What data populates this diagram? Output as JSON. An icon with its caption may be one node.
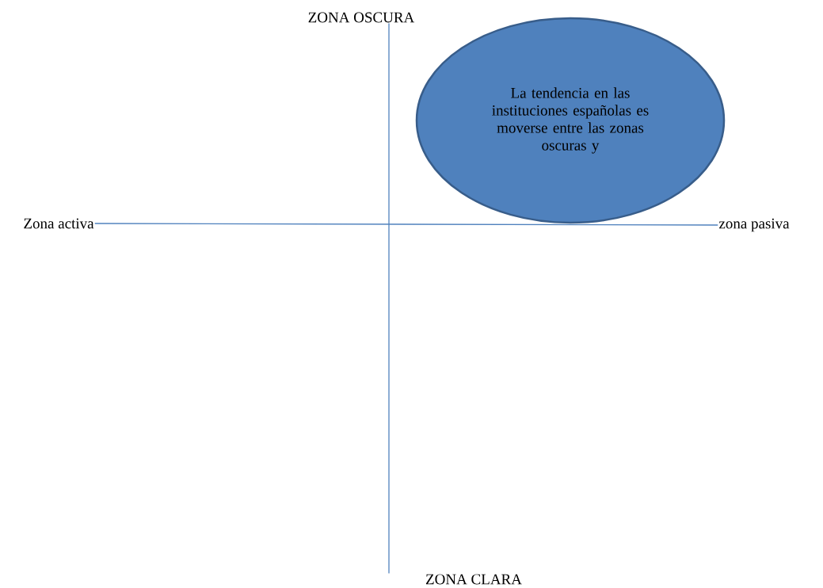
{
  "diagram": {
    "nodes": [
      {
        "text": [
          "ZONA OSCURA"
        ]
      },
      {
        "text": [
          "La tendencia en las instituciones españolas es moverse entre las zonas oscuras y"
        ]
      },
      {
        "text": [
          "Zona activa"
        ]
      },
      {
        "text": [
          "zona pasiva"
        ]
      },
      {
        "text": [
          "ZONA CLARA"
        ]
      }
    ],
    "edges": [
      {
        "from": 0,
        "to": 4,
        "arrow": "none"
      },
      {
        "from": 2,
        "to": 3,
        "arrow": "none"
      }
    ]
  }
}
